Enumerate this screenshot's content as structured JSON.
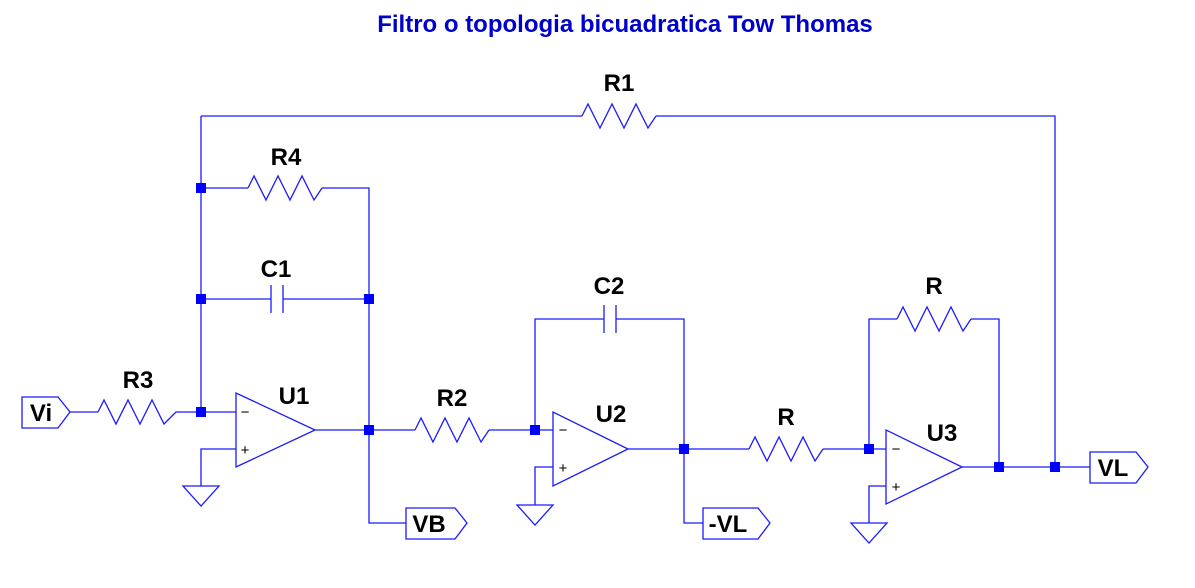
{
  "title": "Filtro o topologia bicuadratica Tow Thomas",
  "colors": {
    "wire": "#1a1aff",
    "junction": "#0000ff",
    "title": "#0000cc",
    "label": "#000000"
  },
  "components": {
    "r1": "R1",
    "r2": "R2",
    "r3": "R3",
    "r4": "R4",
    "c1": "C1",
    "c2": "C2",
    "r_fb": "R",
    "r_in": "R",
    "u1": "U1",
    "u2": "U2",
    "u3": "U3"
  },
  "pins": {
    "minus": "−",
    "plus": "+"
  },
  "net_labels": {
    "vi": "Vi",
    "vb": "VB",
    "neg_vl": "-VL",
    "vl": "VL"
  },
  "icons": {
    "ground": "ground-icon",
    "resistor": "resistor-icon",
    "capacitor": "capacitor-icon",
    "opamp": "opamp-icon"
  }
}
